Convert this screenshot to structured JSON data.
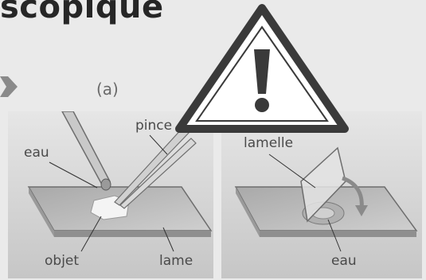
{
  "header": {
    "title": "scopique"
  },
  "figure": {
    "step_label": "(a)"
  },
  "left_panel": {
    "label_eau": "eau",
    "label_pince": "pince",
    "label_objet": "objet",
    "label_lame": "lame"
  },
  "right_panel": {
    "label_lamelle": "lamelle",
    "label_eau": "eau"
  },
  "colors": {
    "warning_border": "#3a3a3a",
    "warning_fill": "#ffffff",
    "panel_bg": "#d6d6d6",
    "slide": "#bdbdbd"
  },
  "icons": {
    "warning": "warning-triangle-icon",
    "arrow": "right-arrow-icon"
  }
}
